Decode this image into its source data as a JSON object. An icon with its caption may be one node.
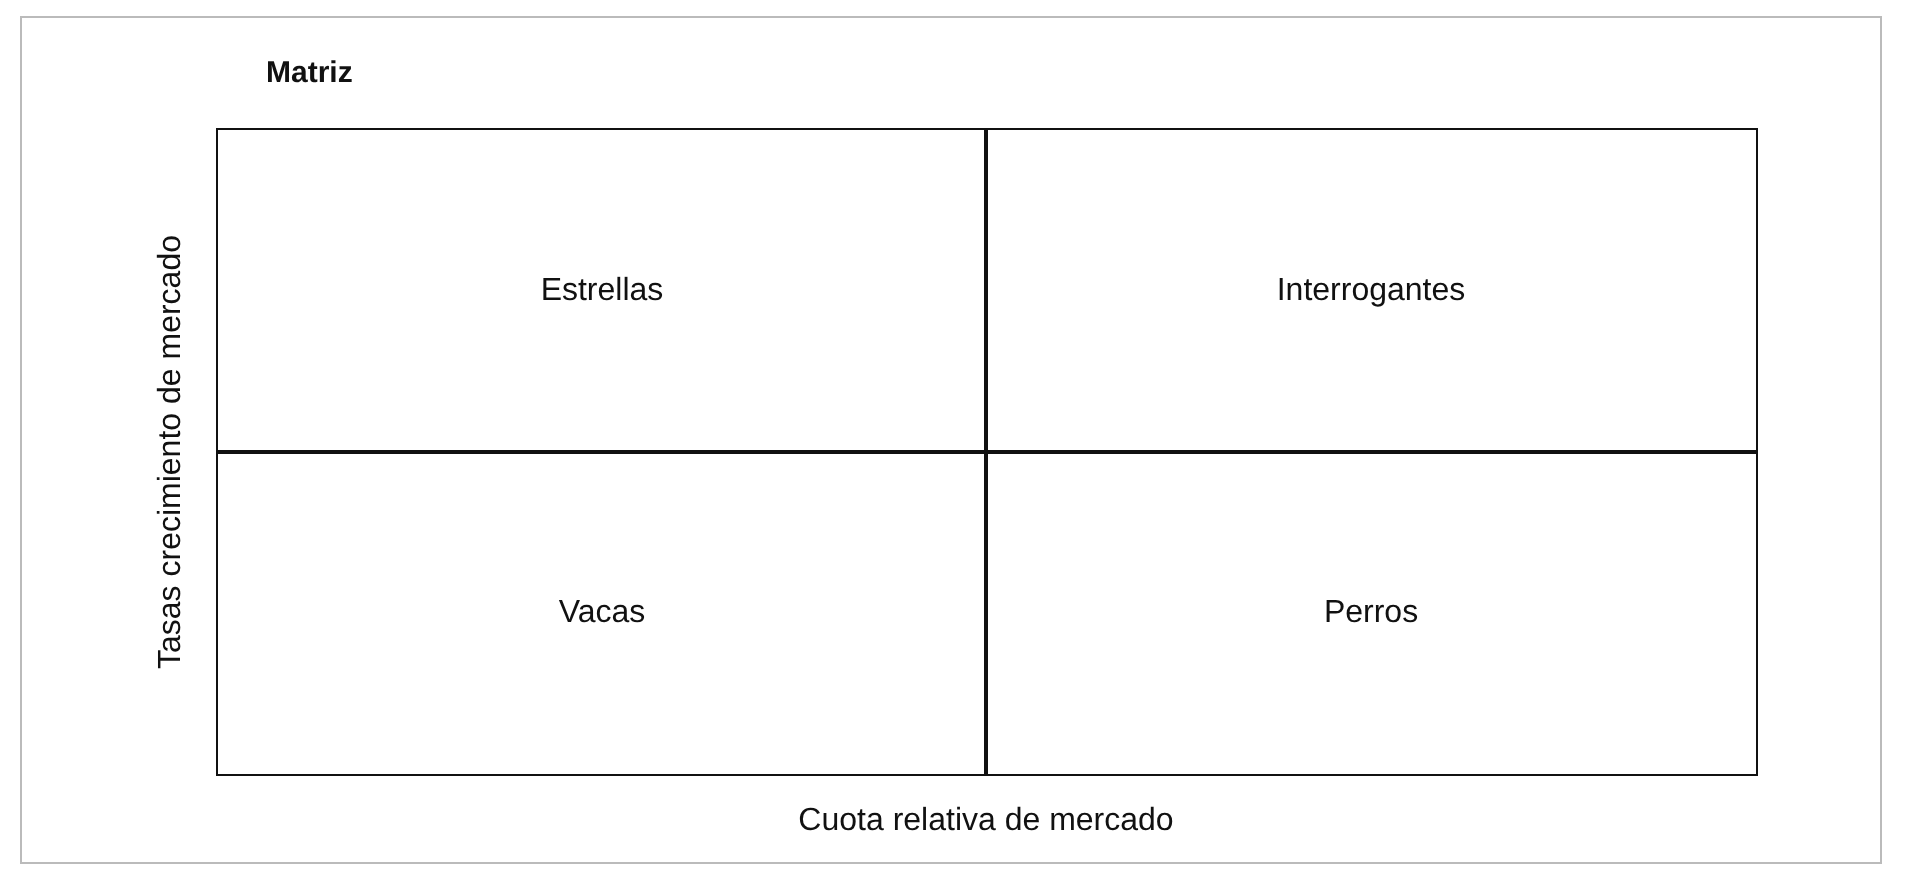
{
  "diagram": {
    "title": "Matriz",
    "nodes": [
      {
        "text": [
          "Estrellas"
        ]
      },
      {
        "text": [
          "Interrogantes"
        ]
      },
      {
        "text": [
          "Vacas"
        ]
      },
      {
        "text": [
          "Perros"
        ]
      }
    ],
    "labels": [
      "Tasas crecimiento de mercado",
      "Cuota relativa de mercado"
    ]
  }
}
